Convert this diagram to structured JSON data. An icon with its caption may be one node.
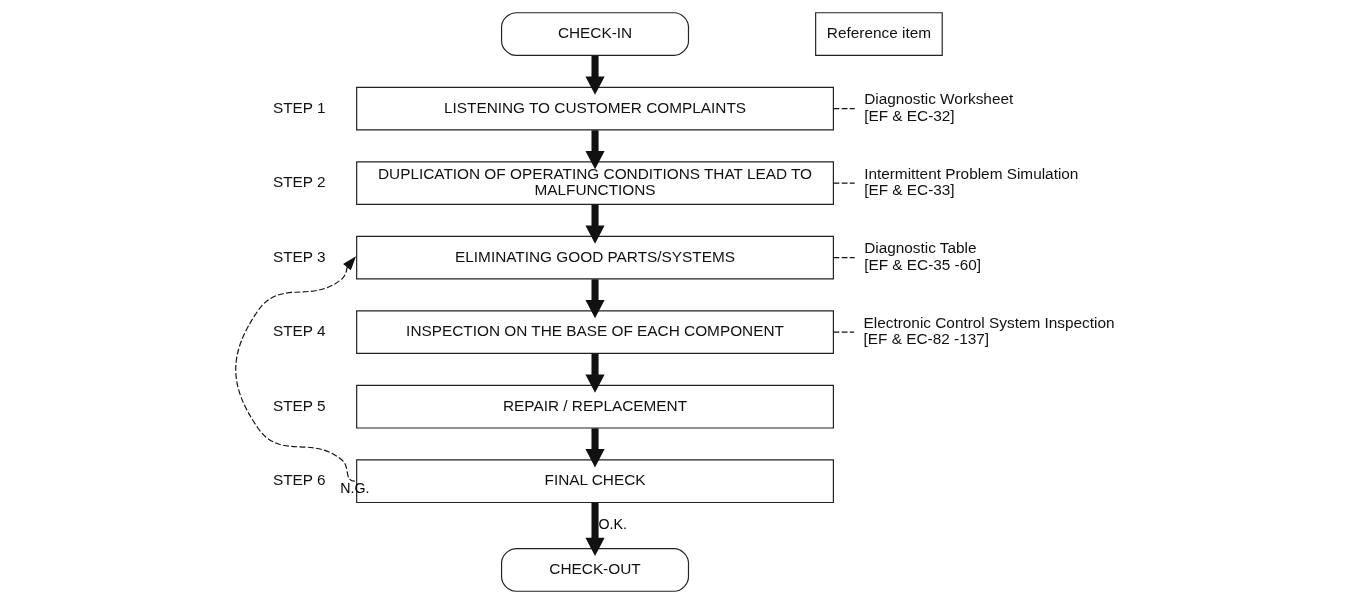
{
  "diagram": {
    "nodes": [
      {
        "text": [
          "CHECK-IN"
        ]
      },
      {
        "text": [
          "LISTENING TO CUSTOMER COMPLAINTS"
        ],
        "beside": [
          "STEP 1"
        ]
      },
      {
        "text": [
          "DUPLICATION OF OPERATING CONDITIONS THAT LEAD TO MALFUNCTIONS"
        ],
        "beside": [
          "STEP 2"
        ]
      },
      {
        "text": [
          "ELIMINATING GOOD PARTS/SYSTEMS"
        ],
        "beside": [
          "STEP 3"
        ]
      },
      {
        "text": [
          "INSPECTION ON THE BASE OF EACH COMPONENT"
        ],
        "beside": [
          "STEP 4"
        ]
      },
      {
        "text": [
          "REPAIR / REPLACEMENT"
        ],
        "beside": [
          "STEP 5"
        ]
      },
      {
        "text": [
          "FINAL CHECK"
        ],
        "beside": [
          "STEP 6"
        ]
      },
      {
        "text": [
          "CHECK-OUT"
        ]
      },
      {
        "text": [
          "Reference item"
        ]
      },
      {
        "text": [
          "Diagnostic Worksheet",
          "[EF & EC-32]"
        ]
      },
      {
        "text": [
          "Intermittent Problem Simulation",
          "[EF & EC-33]"
        ]
      },
      {
        "text": [
          "Diagnostic Table",
          "[EF & EC-35 -60]"
        ]
      },
      {
        "text": [
          "Electronic Control System Inspection",
          "[EF & EC-82 -137]"
        ]
      }
    ],
    "edges": [
      {
        "from": 0,
        "to": 1,
        "arrow": "to"
      },
      {
        "from": 1,
        "to": 2,
        "arrow": "to"
      },
      {
        "from": 2,
        "to": 3,
        "arrow": "to"
      },
      {
        "from": 3,
        "to": 4,
        "arrow": "to"
      },
      {
        "from": 4,
        "to": 5,
        "arrow": "to"
      },
      {
        "from": 5,
        "to": 6,
        "arrow": "to"
      },
      {
        "from": 6,
        "to": 7,
        "arrow": "to",
        "label": "O.K."
      },
      {
        "from": 6,
        "to": 3,
        "arrow": "to",
        "style": "dashed",
        "label": "N.G."
      },
      {
        "from": 1,
        "to": 9,
        "arrow": "none",
        "style": "dashed"
      },
      {
        "from": 2,
        "to": 10,
        "arrow": "none",
        "style": "dashed"
      },
      {
        "from": 3,
        "to": 11,
        "arrow": "none",
        "style": "dashed"
      },
      {
        "from": 4,
        "to": 12,
        "arrow": "none",
        "style": "dashed"
      }
    ]
  }
}
